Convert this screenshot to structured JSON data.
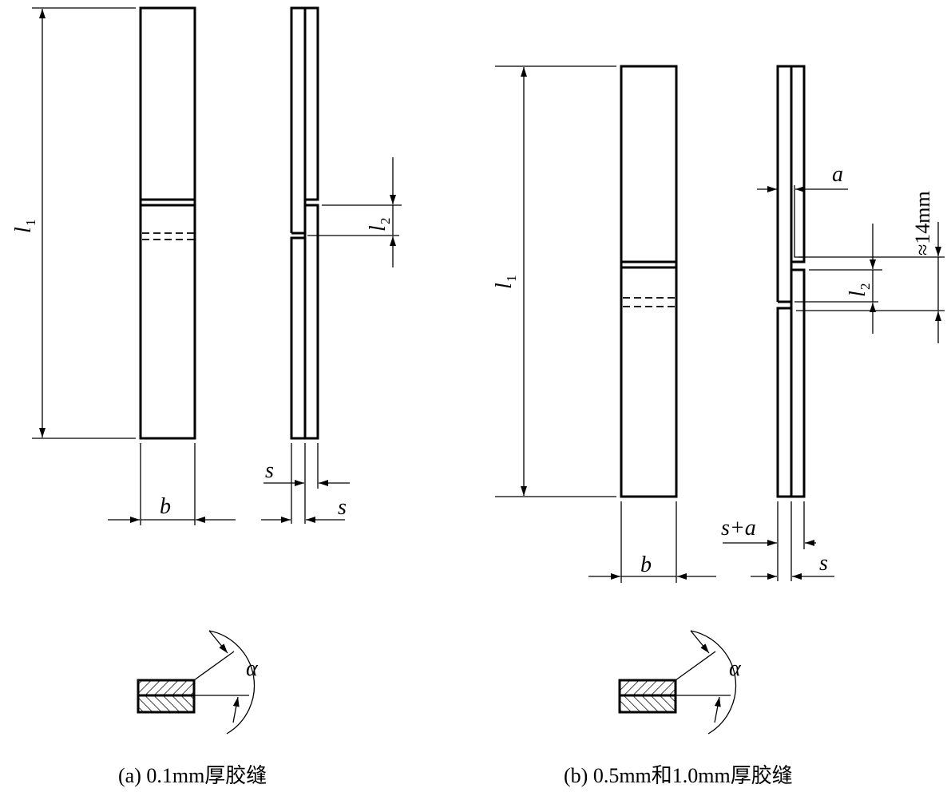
{
  "labels": {
    "l1": {
      "main": "l",
      "sub": "1"
    },
    "l2": {
      "main": "l",
      "sub": "2"
    },
    "b": "b",
    "s": "s",
    "a": "a",
    "s_plus_a": "s+a",
    "approx_14mm": "≈14mm",
    "alpha": "α"
  },
  "captions": {
    "a": "(a) 0.1mm厚胶缝",
    "b": "(b) 0.5mm和1.0mm厚胶缝"
  }
}
